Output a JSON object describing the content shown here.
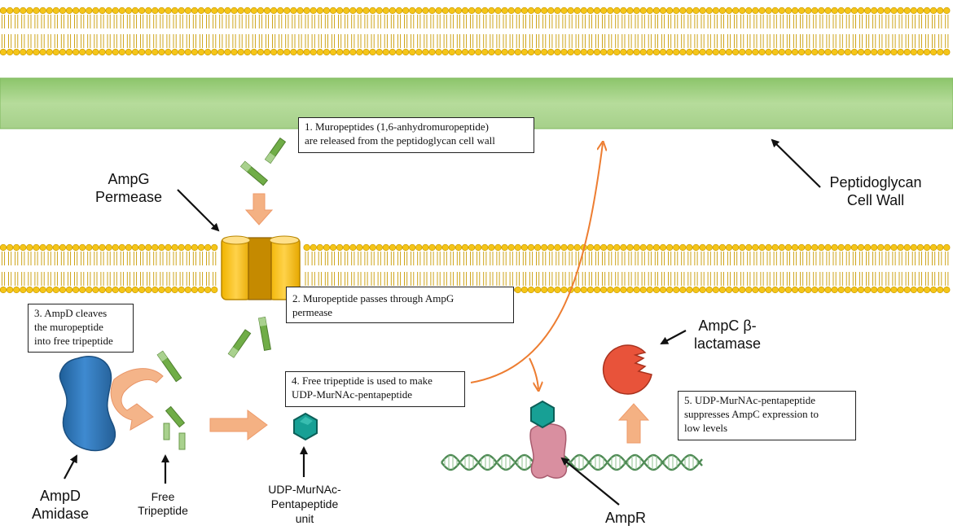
{
  "labels": {
    "ampg_permease": [
      "AmpG",
      "Permease"
    ],
    "peptidoglycan_cell_wall": [
      "Peptidoglycan",
      "Cell Wall"
    ],
    "ampc_beta_lactamase": [
      "AmpC β-",
      "lactamase"
    ],
    "ampd_amidase": [
      "AmpD",
      "Amidase"
    ],
    "free_tripeptide": [
      "Free",
      "Tripeptide"
    ],
    "udp_murnac_unit": [
      "UDP-MurNAc-",
      "Pentapeptide",
      "unit"
    ],
    "ampr": [
      "AmpR"
    ]
  },
  "steps": [
    {
      "lines": [
        "1. Muropeptides (1,6-anhydromuropeptide)",
        "are released from the peptidoglycan cell wall"
      ]
    },
    {
      "lines": [
        "2. Muropeptide passes through AmpG",
        "permease"
      ]
    },
    {
      "lines": [
        "3. AmpD cleaves",
        "the muropeptide",
        "into free tripeptide"
      ]
    },
    {
      "lines": [
        "4. Free tripeptide is used to make",
        "UDP-MurNAc-pentapeptide"
      ]
    },
    {
      "lines": [
        "5. UDP-MurNAc-pentapeptide",
        "suppresses AmpC expression to",
        "low levels"
      ]
    }
  ],
  "colors": {
    "lipid_head": "#f5c518",
    "lipid_head_edge": "#c99a00",
    "cell_wall": "#a9d18e",
    "permease": "#ffc000",
    "permease_core": "#c58a00",
    "peptide": "#70ad47",
    "amidase": "#2e75b6",
    "hexagon": "#17a095",
    "ampr": "#d98fa0",
    "ampc": "#e8533a",
    "orange_arrow": "#f4b183",
    "orange_line": "#ed7d31",
    "dna": "#4e8a54"
  }
}
